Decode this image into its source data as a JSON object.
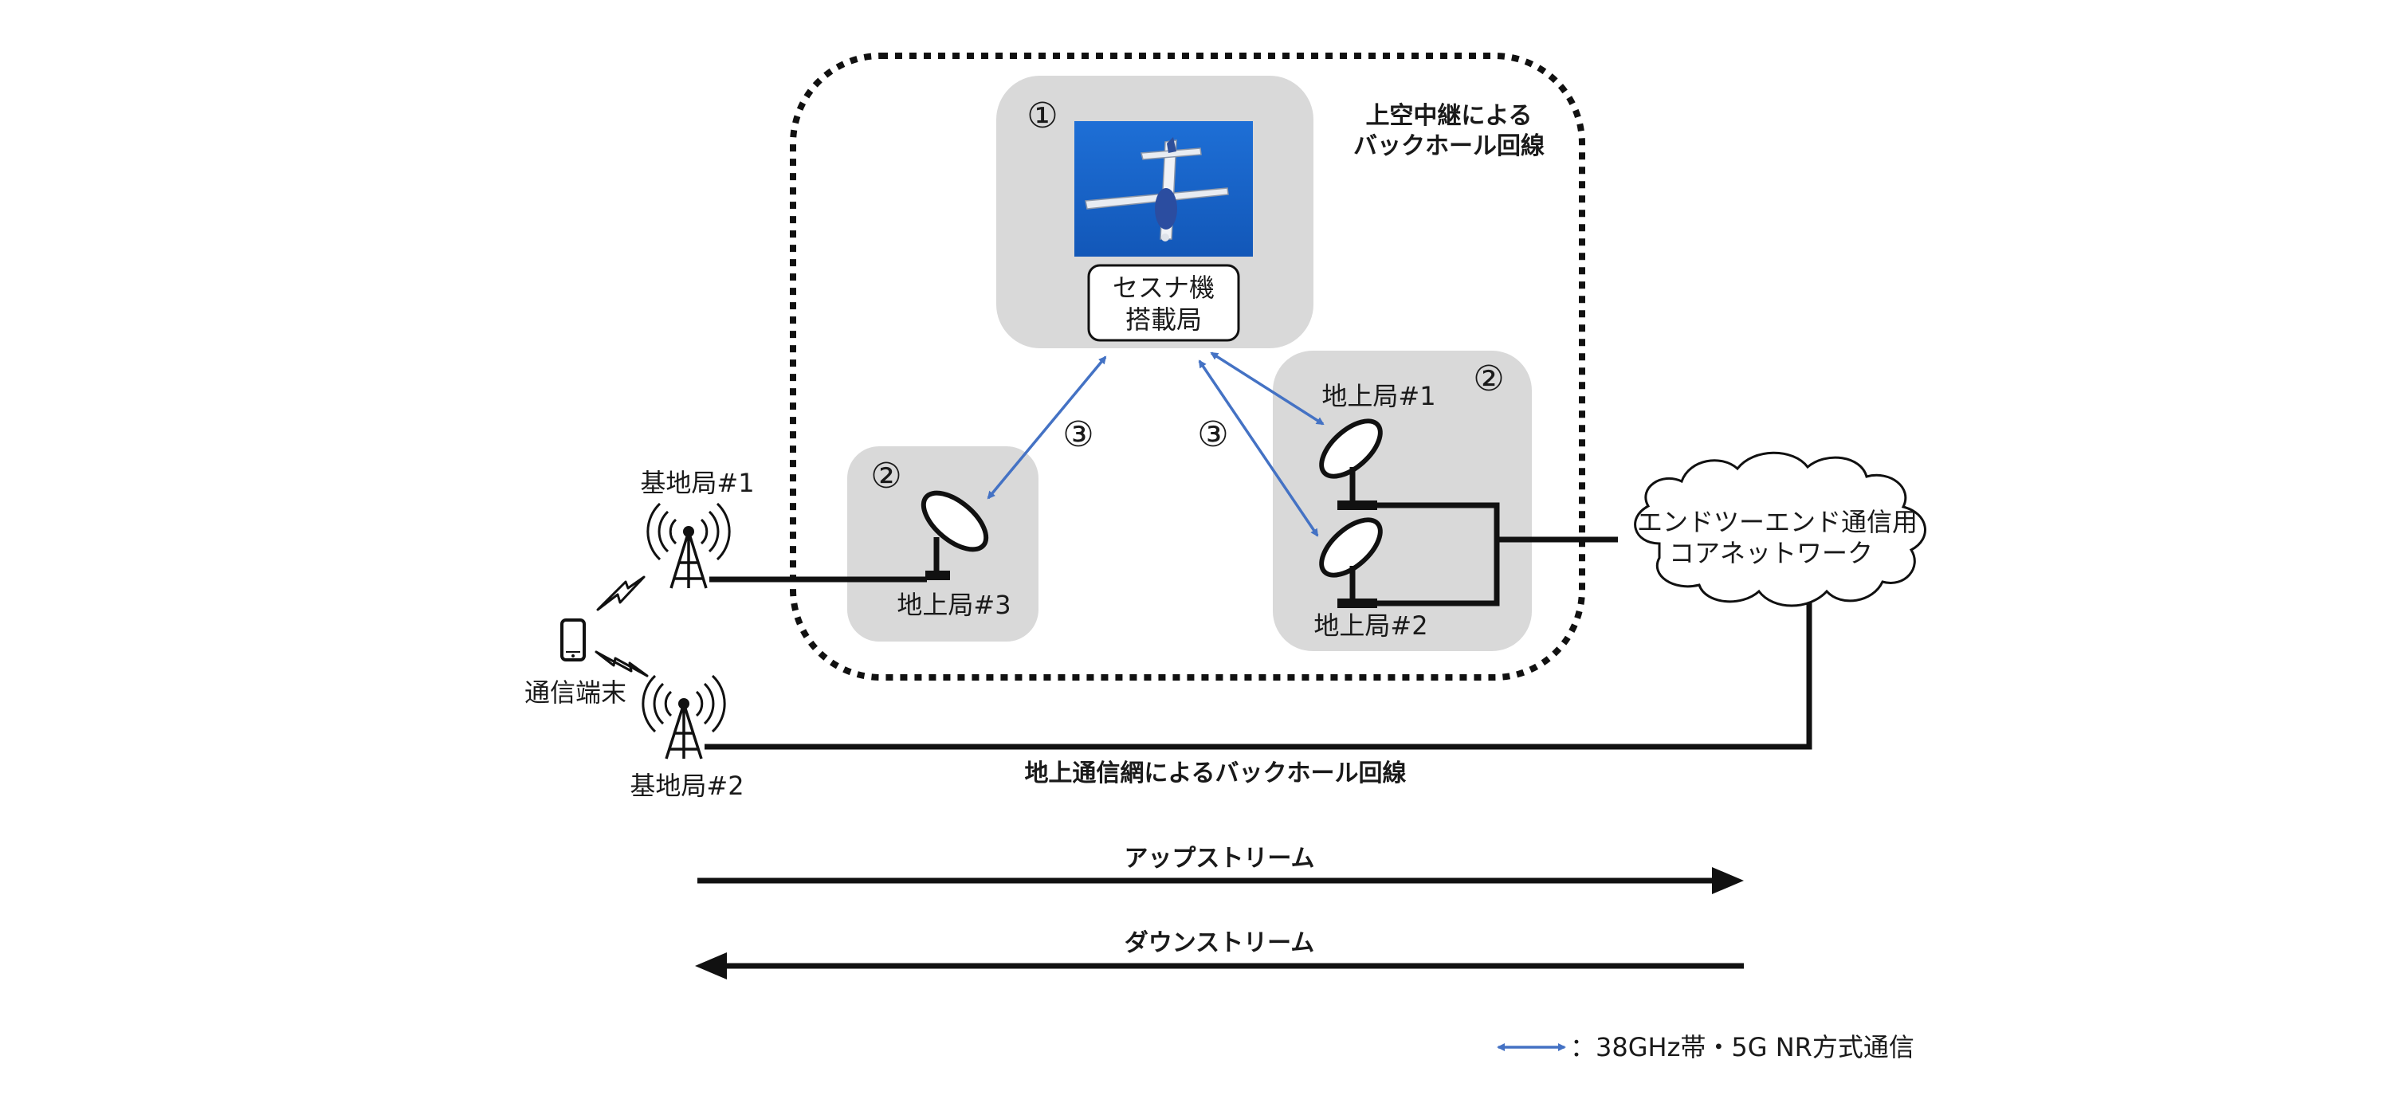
{
  "relay_group": {
    "title_line1": "上空中継による",
    "title_line2": "バックホール回線"
  },
  "aircraft_box": {
    "number": "①",
    "station_line1": "セスナ機",
    "station_line2": "搭載局"
  },
  "ground_left_box": {
    "number": "②",
    "station_label": "地上局#3"
  },
  "ground_right_box": {
    "number": "②",
    "station1_label": "地上局#1",
    "station2_label": "地上局#2"
  },
  "link_numbers": {
    "left": "③",
    "right": "③"
  },
  "base_station_1": "基地局#1",
  "base_station_2": "基地局#2",
  "terminal_label": "通信端末",
  "core_network": {
    "line1": "エンドツーエンド通信用",
    "line2": "コアネットワーク"
  },
  "terrestrial_backhaul": "地上通信網によるバックホール回線",
  "upstream_label": "アップストリーム",
  "downstream_label": "ダウンストリーム",
  "legend": {
    "text": "：38GHz帯・5G NR方式通信",
    "color": "#4472C4"
  }
}
